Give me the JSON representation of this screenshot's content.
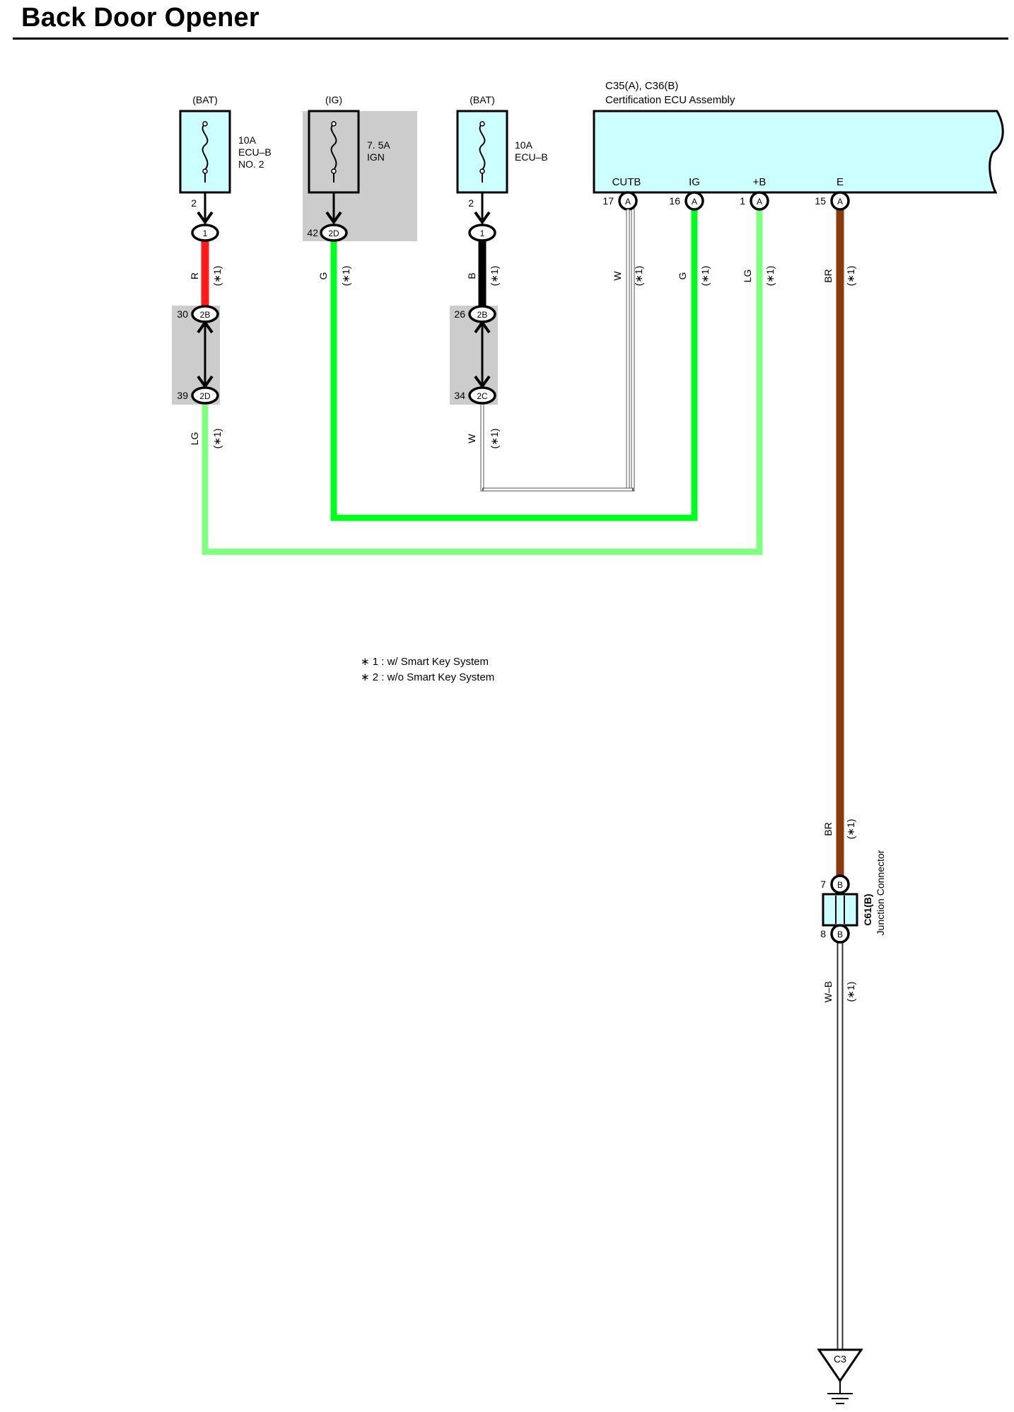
{
  "title": "Back Door Opener",
  "fuses": [
    {
      "source": "(BAT)",
      "rating": "10A",
      "name_line1": "ECU–B",
      "name_line2": "NO. 2",
      "pin": "2"
    },
    {
      "source": "(IG)",
      "rating": "7. 5A",
      "name_line1": "IGN",
      "name_line2": "",
      "pin": ""
    },
    {
      "source": "(BAT)",
      "rating": "10A",
      "name_line1": "ECU–B",
      "name_line2": "",
      "pin": "2"
    }
  ],
  "ecu": {
    "connector_ids": "C35(A), C36(B)",
    "name": "Certification ECU Assembly",
    "terminals": [
      {
        "name": "CUTB",
        "pin": "17",
        "conn": "A"
      },
      {
        "name": "IG",
        "pin": "16",
        "conn": "A"
      },
      {
        "name": "+B",
        "pin": "1",
        "conn": "A"
      },
      {
        "name": "E",
        "pin": "15",
        "conn": "A"
      }
    ]
  },
  "junctions": [
    {
      "pin": "",
      "label": "1"
    },
    {
      "pin": "42",
      "label": "2D"
    },
    {
      "pin": "",
      "label": "1"
    },
    {
      "pin": "30",
      "label": "2B"
    },
    {
      "pin": "39",
      "label": "2D"
    },
    {
      "pin": "26",
      "label": "2B"
    },
    {
      "pin": "34",
      "label": "2C"
    }
  ],
  "wires": [
    {
      "color_code": "R",
      "note": "(∗1)",
      "color": "#ff1a1a"
    },
    {
      "color_code": "G",
      "note": "(∗1)",
      "color": "#00ff1e"
    },
    {
      "color_code": "B",
      "note": "(∗1)",
      "color": "#000000"
    },
    {
      "color_code": "W",
      "note": "(∗1)",
      "color": "#ffffff"
    },
    {
      "color_code": "G",
      "note": "(∗1)",
      "color": "#00ff1e"
    },
    {
      "color_code": "LG",
      "note": "(∗1)",
      "color": "#80ff80"
    },
    {
      "color_code": "BR",
      "note": "(∗1)",
      "color": "#8b3a10"
    },
    {
      "color_code": "LG",
      "note": "(∗1)",
      "color": "#80ff80"
    },
    {
      "color_code": "W",
      "note": "(∗1)",
      "color": "#ffffff"
    },
    {
      "color_code": "BR",
      "note": "(∗1)",
      "color": "#8b3a10"
    },
    {
      "color_code": "W–B",
      "note": "(∗1)",
      "color": "#ffffff"
    }
  ],
  "junction_connector": {
    "id": "C61(B)",
    "name": "Junction Connector",
    "pin_top": "7",
    "pin_bottom": "8",
    "conn": "B"
  },
  "ground": {
    "label": "C3"
  },
  "notes": [
    "∗ 1 : w/ Smart Key System",
    "∗ 2 : w/o Smart Key System"
  ],
  "colors": {
    "fuse_fill": "#ccffff",
    "relay_box_fill": "#cccccc"
  }
}
